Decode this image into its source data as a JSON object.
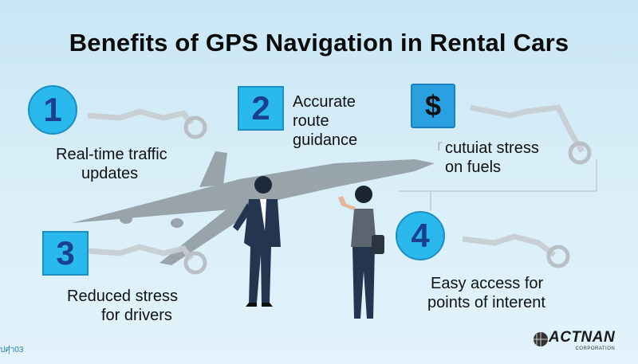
{
  "title": "Benefits of GPS Navigation in Rental Cars",
  "items": [
    {
      "number": "1",
      "label_lines": [
        "Real-time traffic",
        "updates"
      ]
    },
    {
      "number": "2",
      "label_lines": [
        "Accurate",
        "route",
        "guidance"
      ]
    },
    {
      "number": "$",
      "icon": "dollar-icon",
      "label_lines": [
        "cutuiat stress",
        "on fuels"
      ],
      "ghost_text": "r"
    },
    {
      "number": "3",
      "label_lines": [
        "Reduced stress",
        "for drivers"
      ]
    },
    {
      "number": "4",
      "label_lines": [
        "Easy access for",
        "points of interent"
      ]
    }
  ],
  "footer_text": "ปศุ๋า03",
  "logo": {
    "name": "ACTNAN",
    "sub": "CORPORATION"
  },
  "colors": {
    "accent": "#29b9ec",
    "digit": "#1a3f8f",
    "background": "#d8eef8"
  }
}
